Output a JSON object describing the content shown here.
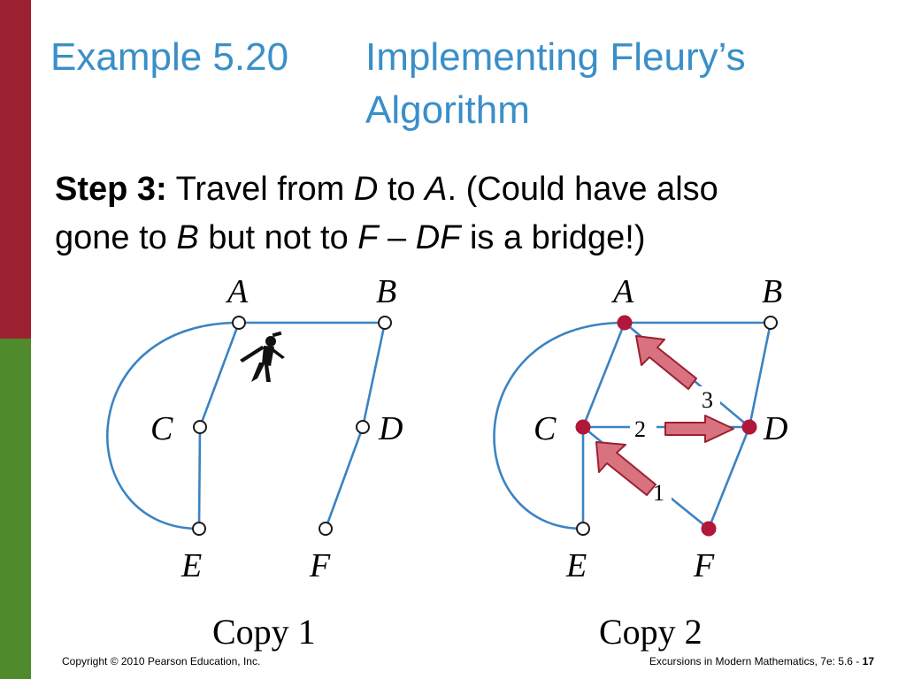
{
  "slide": {
    "title": {
      "example": "Example 5.20",
      "line1": "Implementing Fleury’s",
      "line2": "Algorithm"
    },
    "body": {
      "step_label": "Step 3:",
      "seg1": " Travel from ",
      "d1": "D",
      "seg2": " to ",
      "a1": "A",
      "seg3": ". (Could have also",
      "seg4": "gone to ",
      "b1": "B",
      "seg5": " but not to ",
      "f1": "F",
      "seg6": " – ",
      "df": "DF",
      "seg7": " is a bridge!)"
    },
    "footer": {
      "copyright": "Copyright © 2010 Pearson Education, Inc.",
      "source": "Excursions in Modern Mathematics, 7e: 5.6 - ",
      "page": "17"
    }
  },
  "diagrams": {
    "copy1": {
      "caption": "Copy 1",
      "labels": {
        "A": "A",
        "B": "B",
        "C": "C",
        "D": "D",
        "E": "E",
        "F": "F"
      }
    },
    "copy2": {
      "caption": "Copy 2",
      "labels": {
        "A": "A",
        "B": "B",
        "C": "C",
        "D": "D",
        "E": "E",
        "F": "F"
      },
      "edge_numbers": [
        "1",
        "2",
        "3"
      ]
    }
  },
  "colors": {
    "title": "#3a8fc8",
    "edge": "#3b83c3",
    "visited_vertex": "#b0173a",
    "arrow_fill": "#d9727f",
    "left_bar_top": "#9b2032",
    "left_bar_bottom": "#4f8a2c"
  }
}
